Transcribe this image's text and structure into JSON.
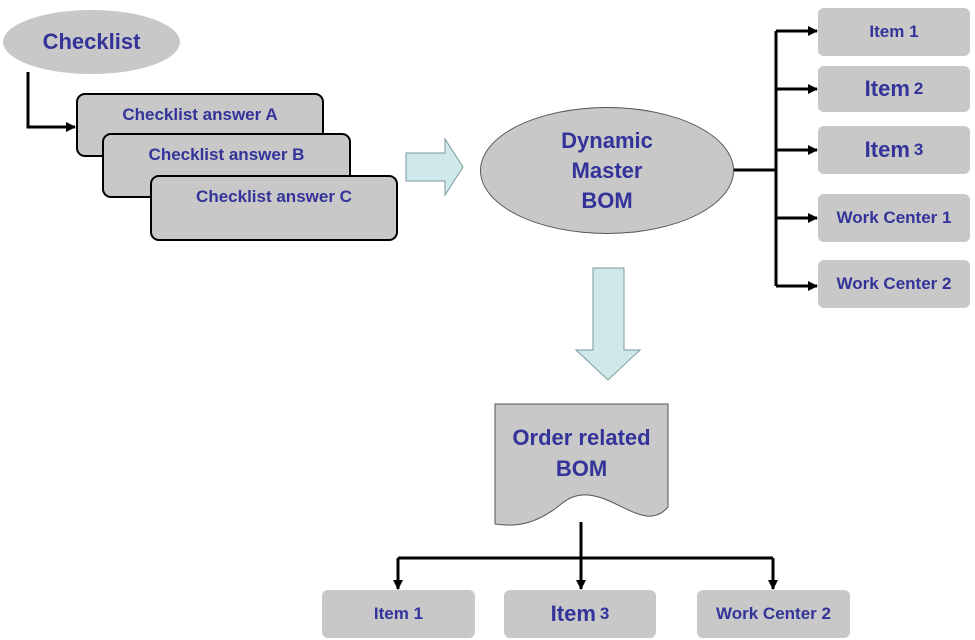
{
  "checklist": {
    "title": "Checklist"
  },
  "answers": [
    {
      "label": "Checklist answer A"
    },
    {
      "label": "Checklist answer B"
    },
    {
      "label": "Checklist answer C"
    }
  ],
  "master_bom": {
    "line1": "Dynamic",
    "line2": "Master",
    "line3": "BOM"
  },
  "master_outputs": [
    {
      "label": "Item 1"
    },
    {
      "word": "Item",
      "number": "2"
    },
    {
      "word": "Item",
      "number": "3"
    },
    {
      "label": "Work Center 1"
    },
    {
      "label": "Work Center 2"
    }
  ],
  "order_bom": {
    "line1": "Order related",
    "line2": "BOM"
  },
  "order_outputs": [
    {
      "label": "Item 1"
    },
    {
      "word": "Item",
      "number": "3"
    },
    {
      "label": "Work Center 2"
    }
  ],
  "colors": {
    "text": "#33339a",
    "shape_fill": "#c8c8c8",
    "arrow_fill": "#cfe8ea",
    "line": "#000000"
  }
}
